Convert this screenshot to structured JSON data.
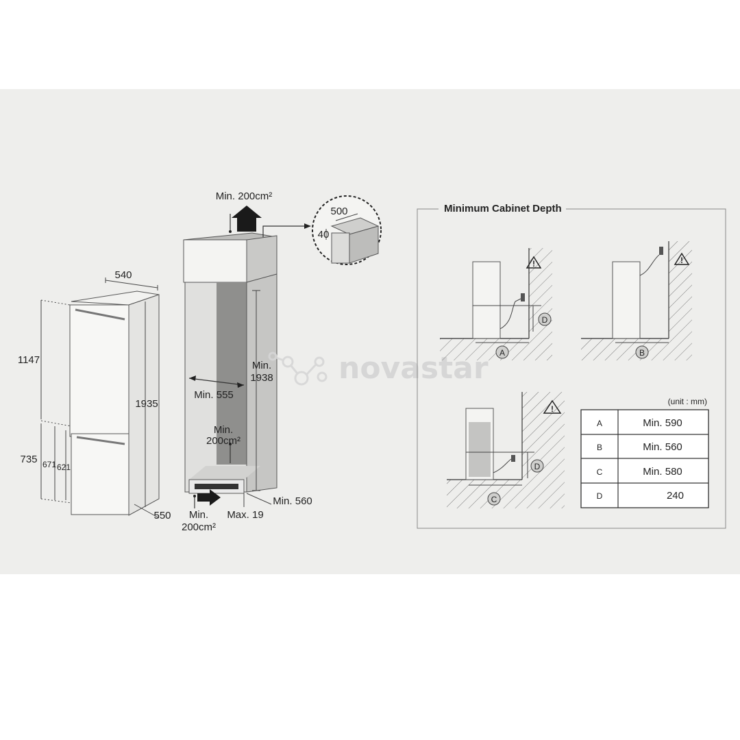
{
  "fridge": {
    "width": "540",
    "height_total": "1935",
    "height_top": "1147",
    "height_bottom": "735",
    "height_671": "671",
    "height_621": "621",
    "depth": "550"
  },
  "cabinet": {
    "vent_top": "Min. 200cm²",
    "detail_depth": "500",
    "detail_height": "40",
    "min_height_label": "Min.",
    "min_height_value": "1938",
    "min_width": "Min. 555",
    "vent_mid_label": "Min.",
    "vent_mid_value": "200cm²",
    "vent_bottom_label": "Min.",
    "vent_bottom_value": "200cm²",
    "max_plinth": "Max. 19",
    "min_depth": "Min. 560"
  },
  "depth_panel": {
    "title": "Minimum Cabinet Depth",
    "unit": "(unit : mm)",
    "letters": {
      "a": "A",
      "b": "B",
      "c": "C",
      "d": "D"
    },
    "table": [
      {
        "key": "A",
        "value": "Min. 590"
      },
      {
        "key": "B",
        "value": "Min. 560"
      },
      {
        "key": "C",
        "value": "Min. 580"
      },
      {
        "key": "D",
        "value": "240"
      }
    ]
  },
  "watermark": "novastar"
}
